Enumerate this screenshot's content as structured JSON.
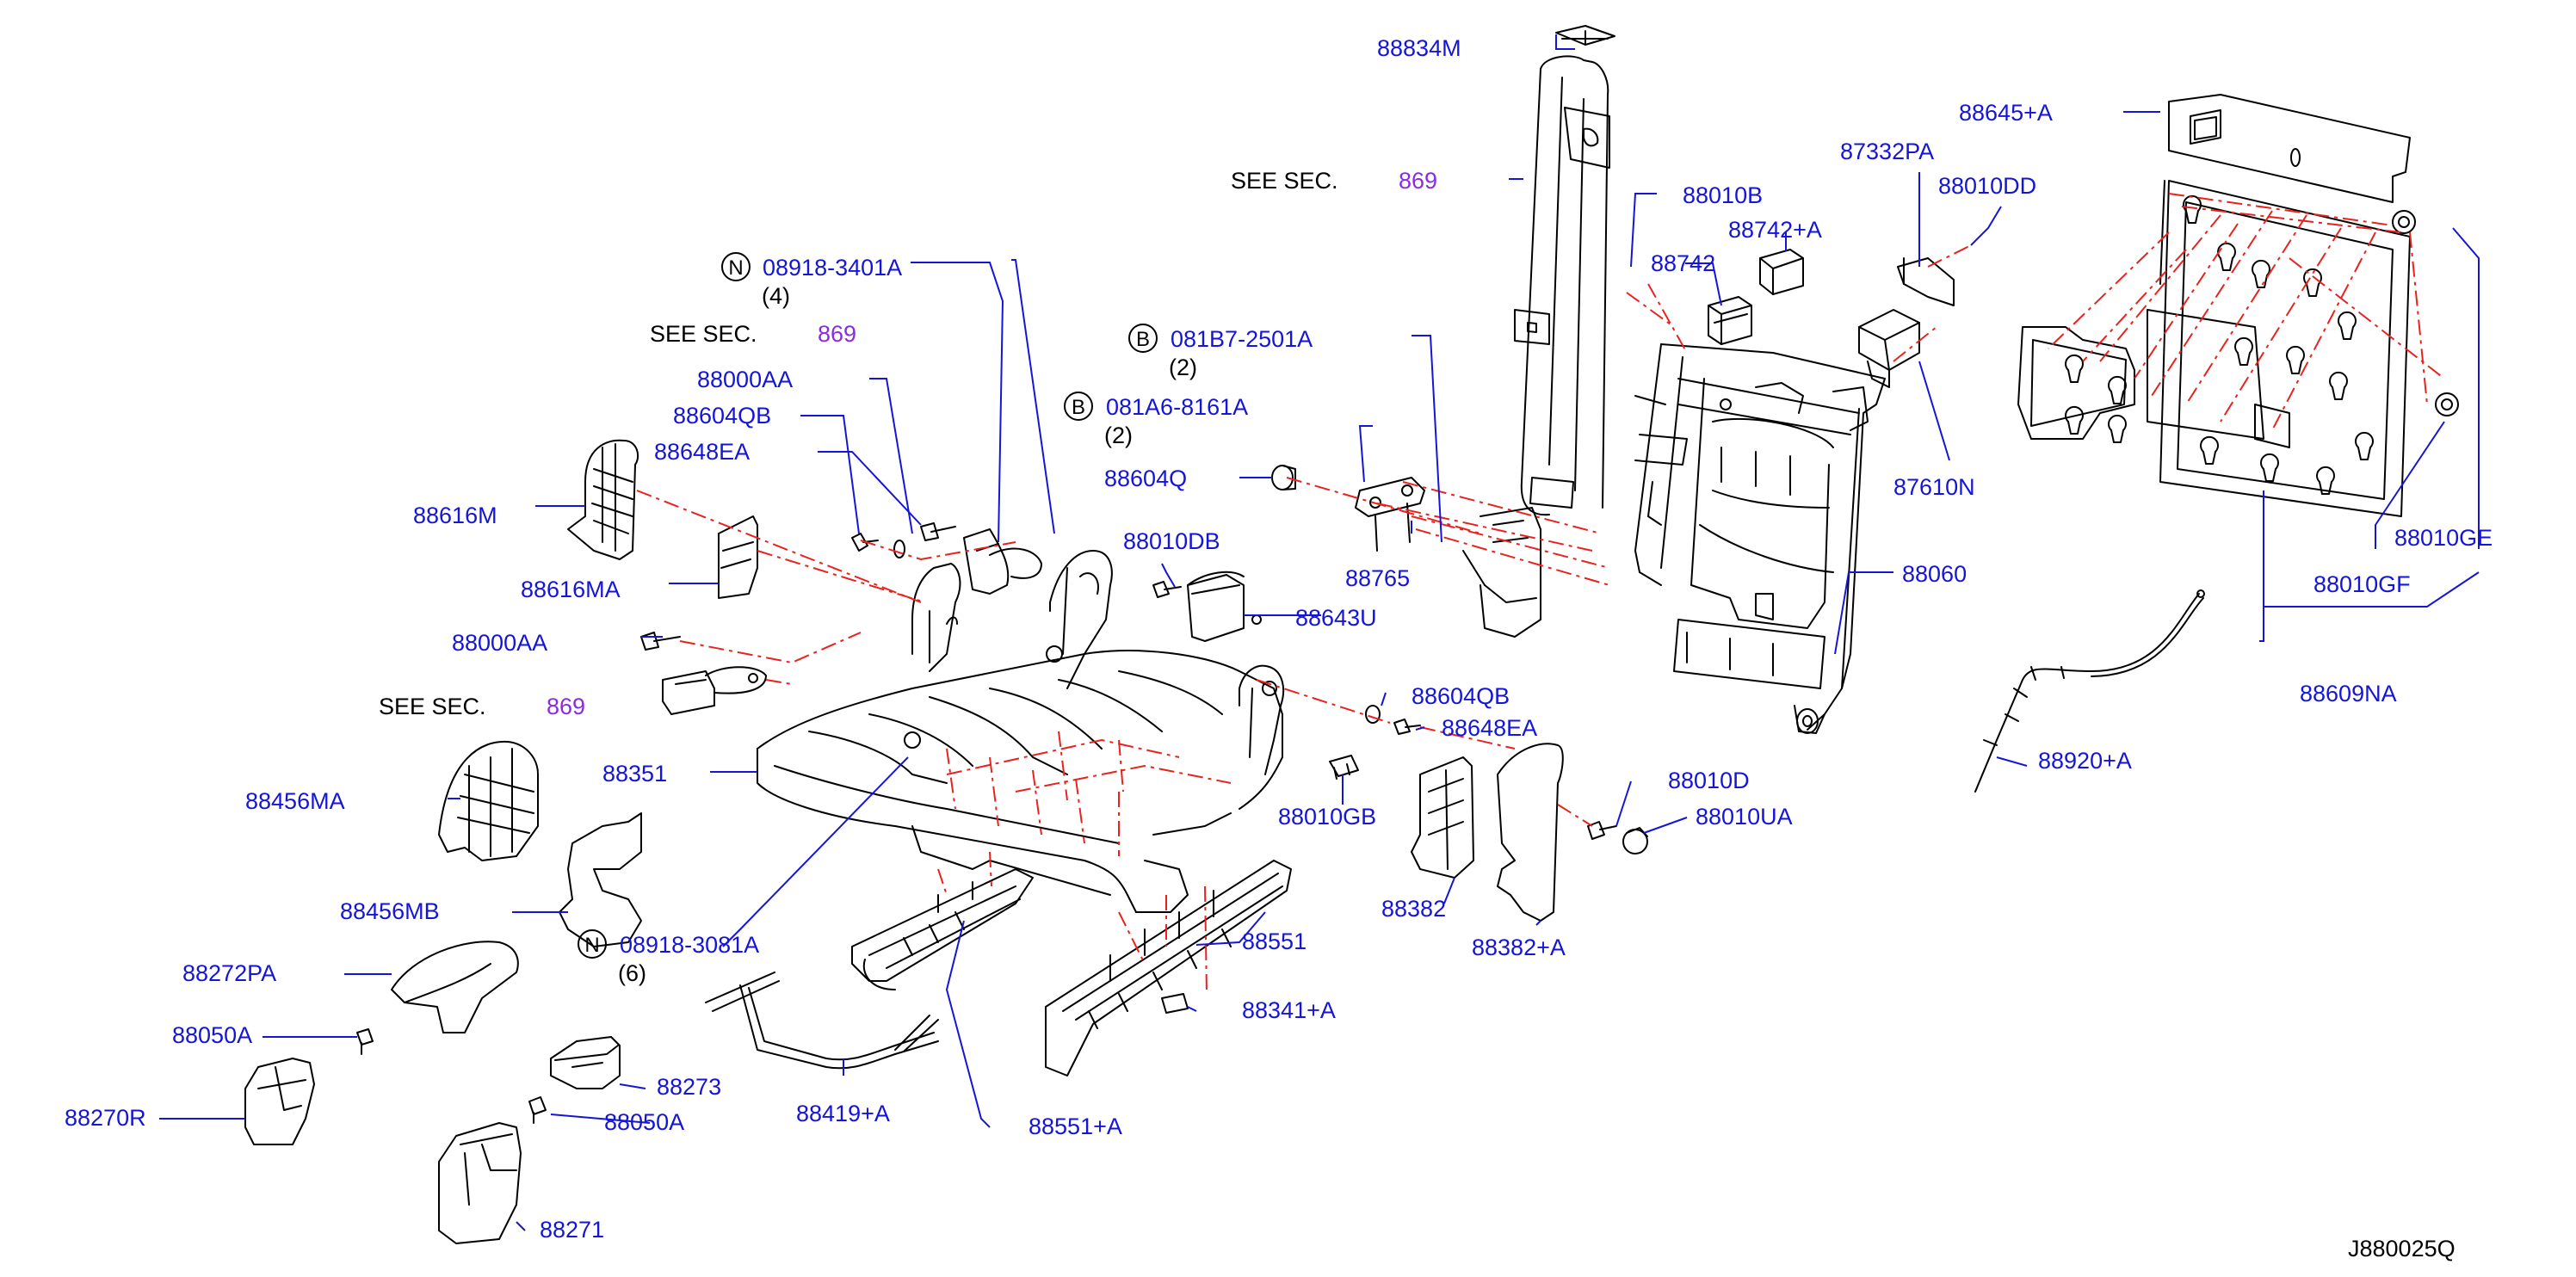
{
  "colors": {
    "part_number": "#1515d8",
    "section_ref": "#8a2be2",
    "plain_text": "#000000",
    "part_outline": "#000000",
    "guide_line": "#e8231f",
    "leader_line": "#1515d8"
  },
  "see_section": {
    "prefix": "SEE   SEC.",
    "number": "869"
  },
  "diagram_code": "J880025Q",
  "fasteners": [
    {
      "prefix": "N",
      "code": "08918-3401A",
      "qty": "(4)"
    },
    {
      "prefix": "B",
      "code": "081B7-2501A",
      "qty": "(2)"
    },
    {
      "prefix": "B",
      "code": "081A6-8161A",
      "qty": "(2)"
    },
    {
      "prefix": "N",
      "code": "08918-3081A",
      "qty": "(6)"
    }
  ],
  "parts": [
    "88834M",
    "88645+A",
    "87332PA",
    "88010B",
    "88010DD",
    "88742+A",
    "88742",
    "88000AA",
    "88604QB",
    "88648EA",
    "88616M",
    "88616MA",
    "88604Q",
    "88010DB",
    "88765",
    "88643U",
    "88060",
    "87610N",
    "88010GE",
    "88010GF",
    "88609NA",
    "88000AA",
    "88604QB",
    "88648EA",
    "88456MA",
    "88351",
    "88010D",
    "88010UA",
    "88010GB",
    "88920+A",
    "88382",
    "88382+A",
    "88456MB",
    "88272PA",
    "88551",
    "88341+A",
    "88050A",
    "88273",
    "88270R",
    "88050A",
    "88419+A",
    "88551+A",
    "88271"
  ]
}
